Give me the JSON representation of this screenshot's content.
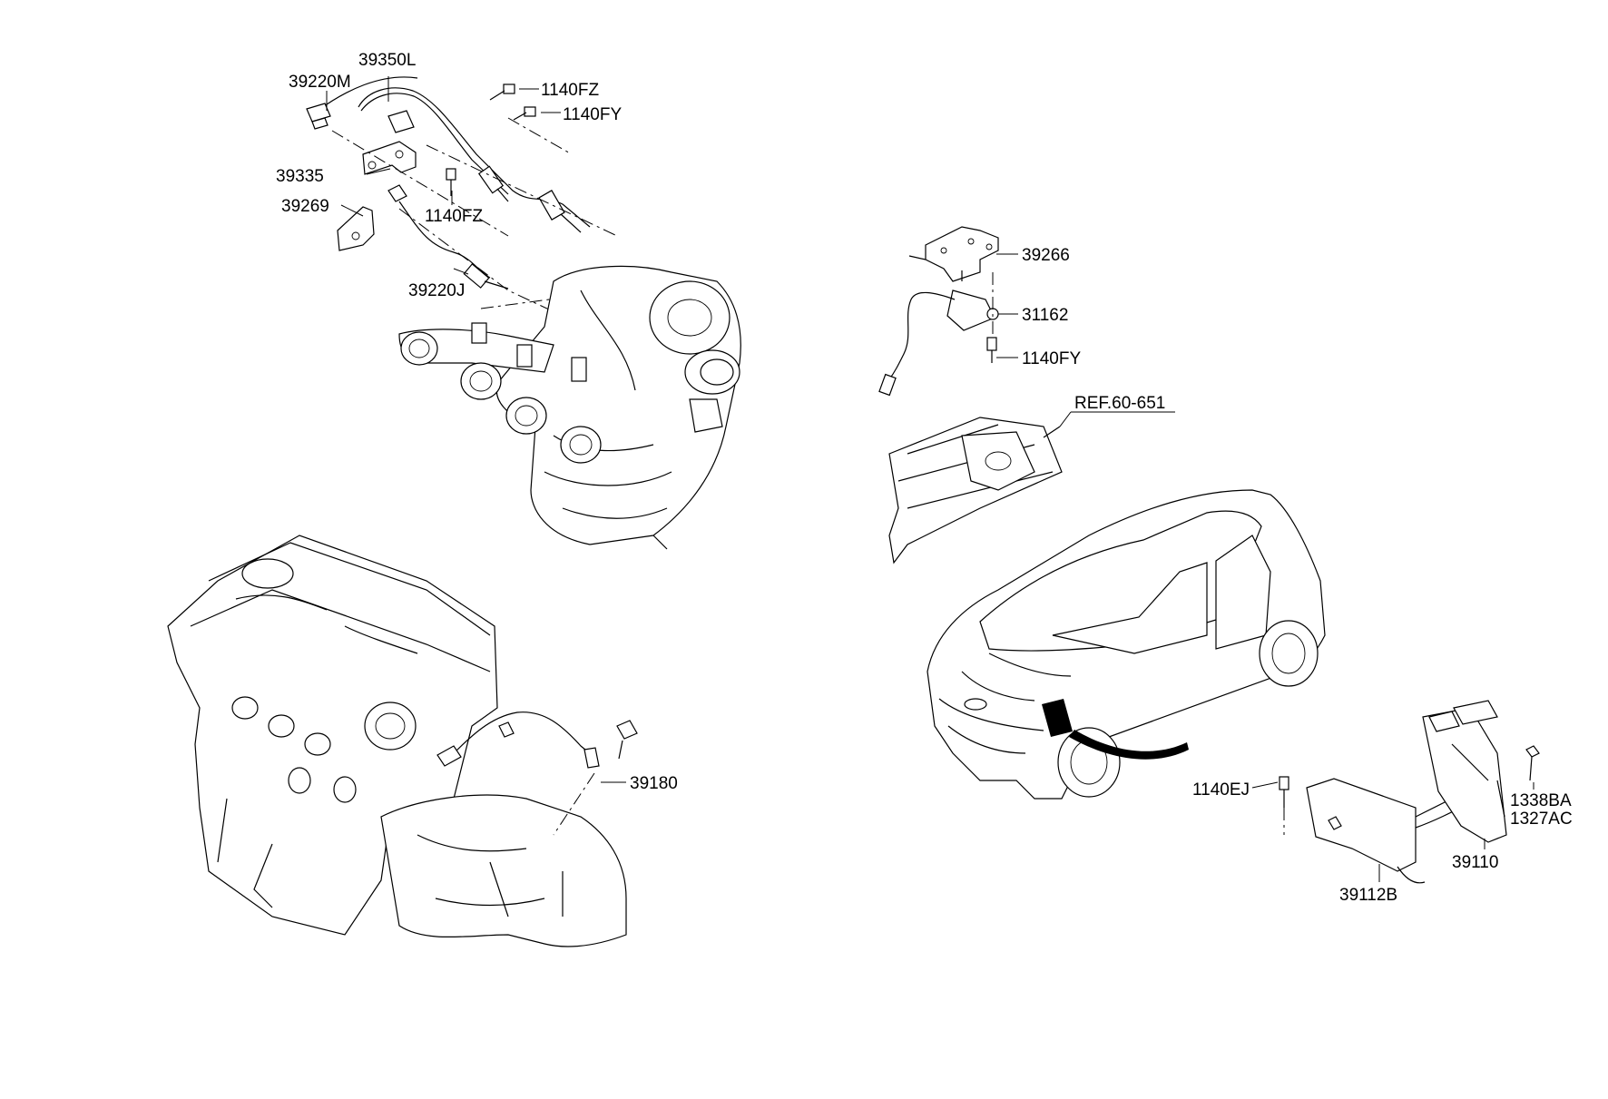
{
  "diagram": {
    "labels": {
      "p39350L": "39350L",
      "p39220M": "39220M",
      "p1140FZ_top": "1140FZ",
      "p1140FY_top": "1140FY",
      "p39335": "39335",
      "p39269": "39269",
      "p1140FZ_mid": "1140FZ",
      "p39220J": "39220J",
      "p39266": "39266",
      "p31162": "31162",
      "p1140FY_right": "1140FY",
      "ref": "REF.60-651",
      "p39180": "39180",
      "p1140EJ": "1140EJ",
      "p1338BA": "1338BA",
      "p1327AC": "1327AC",
      "p39110": "39110",
      "p39112B": "39112B"
    }
  }
}
